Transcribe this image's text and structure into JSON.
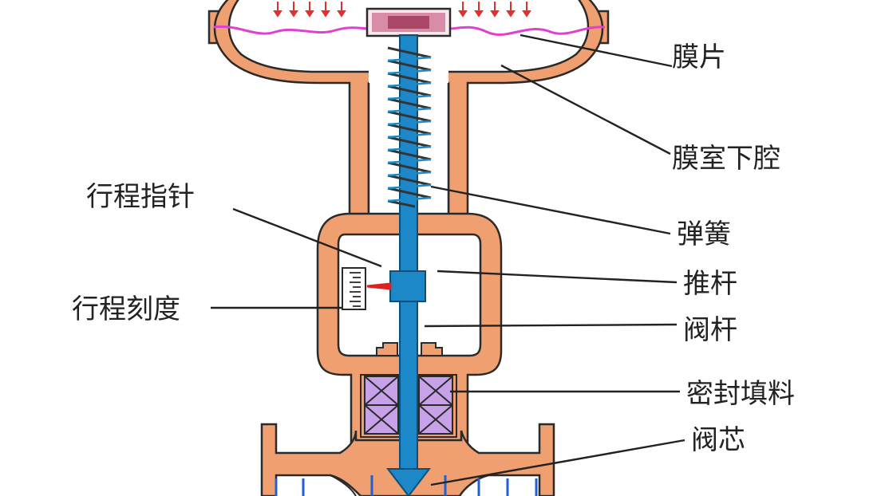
{
  "labels": {
    "diaphragm": "膜片",
    "lower_chamber": "膜室下腔",
    "stroke_pointer": "行程指针",
    "spring": "弹簧",
    "push_rod": "推杆",
    "stroke_scale": "行程刻度",
    "valve_stem": "阀杆",
    "packing": "密封填料",
    "valve_plug": "阀芯"
  },
  "colors": {
    "body": "#F0A070",
    "outline": "#2A2A2A",
    "stem": "#1C88C8",
    "diaphragm": "#E040D0",
    "pressure_arrow": "#E03030",
    "pointer": "#E02020",
    "packing": "#C7A2E8",
    "spring": "#333333",
    "flow_lines": "#2060D0"
  }
}
